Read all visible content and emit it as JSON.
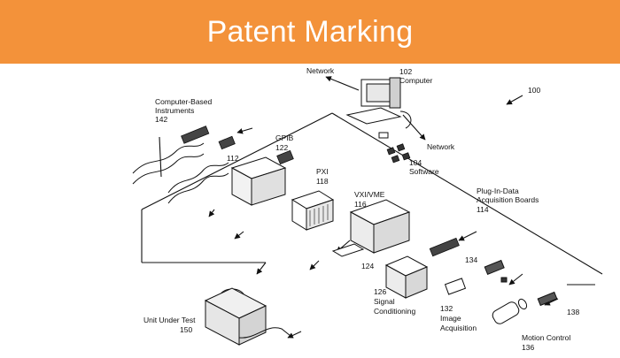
{
  "banner": {
    "title": "Patent Marking",
    "color": "#f3923a"
  },
  "figure": {
    "labels": {
      "network_top": "Network",
      "computer_num": "102",
      "computer": "Computer",
      "system_num": "100",
      "cbi_1": "Computer-Based",
      "cbi_2": "Instruments",
      "cbi_num": "142",
      "network_right": "Network",
      "gpib": "GPIB",
      "gpib_num": "122",
      "software_num": "104",
      "software": "Software",
      "n112": "112",
      "pxi": "PXI",
      "pxi_num": "118",
      "vxi": "VXI/VME",
      "vxi_num": "116",
      "plugin_1": "Plug-In-Data",
      "plugin_2": "Acquisition Boards",
      "plugin_num": "114",
      "n134": "134",
      "n124": "124",
      "sc_num": "126",
      "sc_1": "Signal",
      "sc_2": "Conditioning",
      "img_num": "132",
      "img_1": "Image",
      "img_2": "Acquisition",
      "n138": "138",
      "uut": "Unit Under Test",
      "uut_num": "150",
      "mc": "Motion Control",
      "mc_num": "136"
    }
  }
}
